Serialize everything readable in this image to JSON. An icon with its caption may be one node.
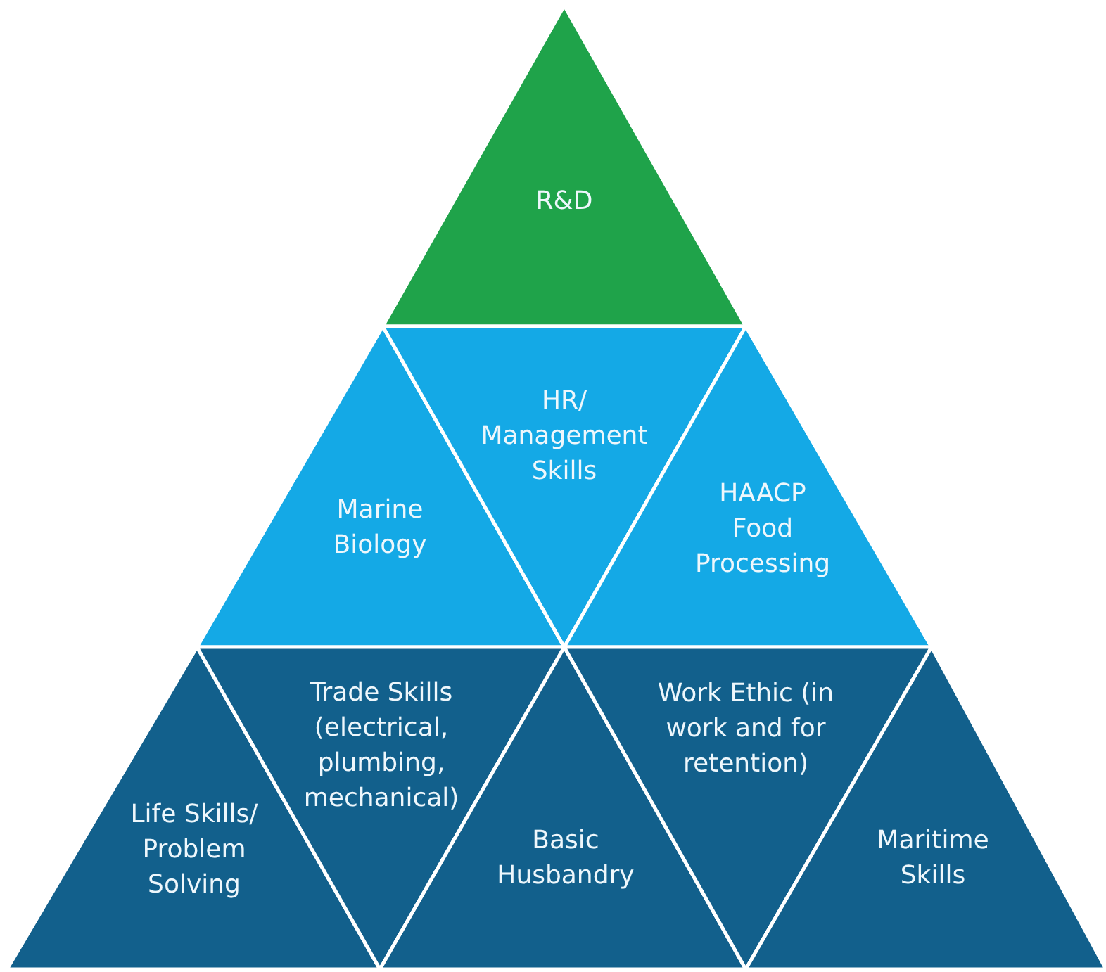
{
  "diagram": {
    "nodes": [
      {
        "text": [
          "R&D"
        ]
      },
      {
        "text": [
          "Marine Biology"
        ]
      },
      {
        "text": [
          "HR/ Management Skills"
        ]
      },
      {
        "text": [
          "HAACP Food Processing"
        ]
      },
      {
        "text": [
          "Life Skills/ Problem Solving"
        ]
      },
      {
        "text": [
          "Trade Skills (electrical, plumbing, mechanical)"
        ]
      },
      {
        "text": [
          "Basic Husbandry"
        ]
      },
      {
        "text": [
          "Work Ethic (in work and for retention)"
        ]
      },
      {
        "text": [
          "Maritime Skills"
        ]
      }
    ]
  }
}
